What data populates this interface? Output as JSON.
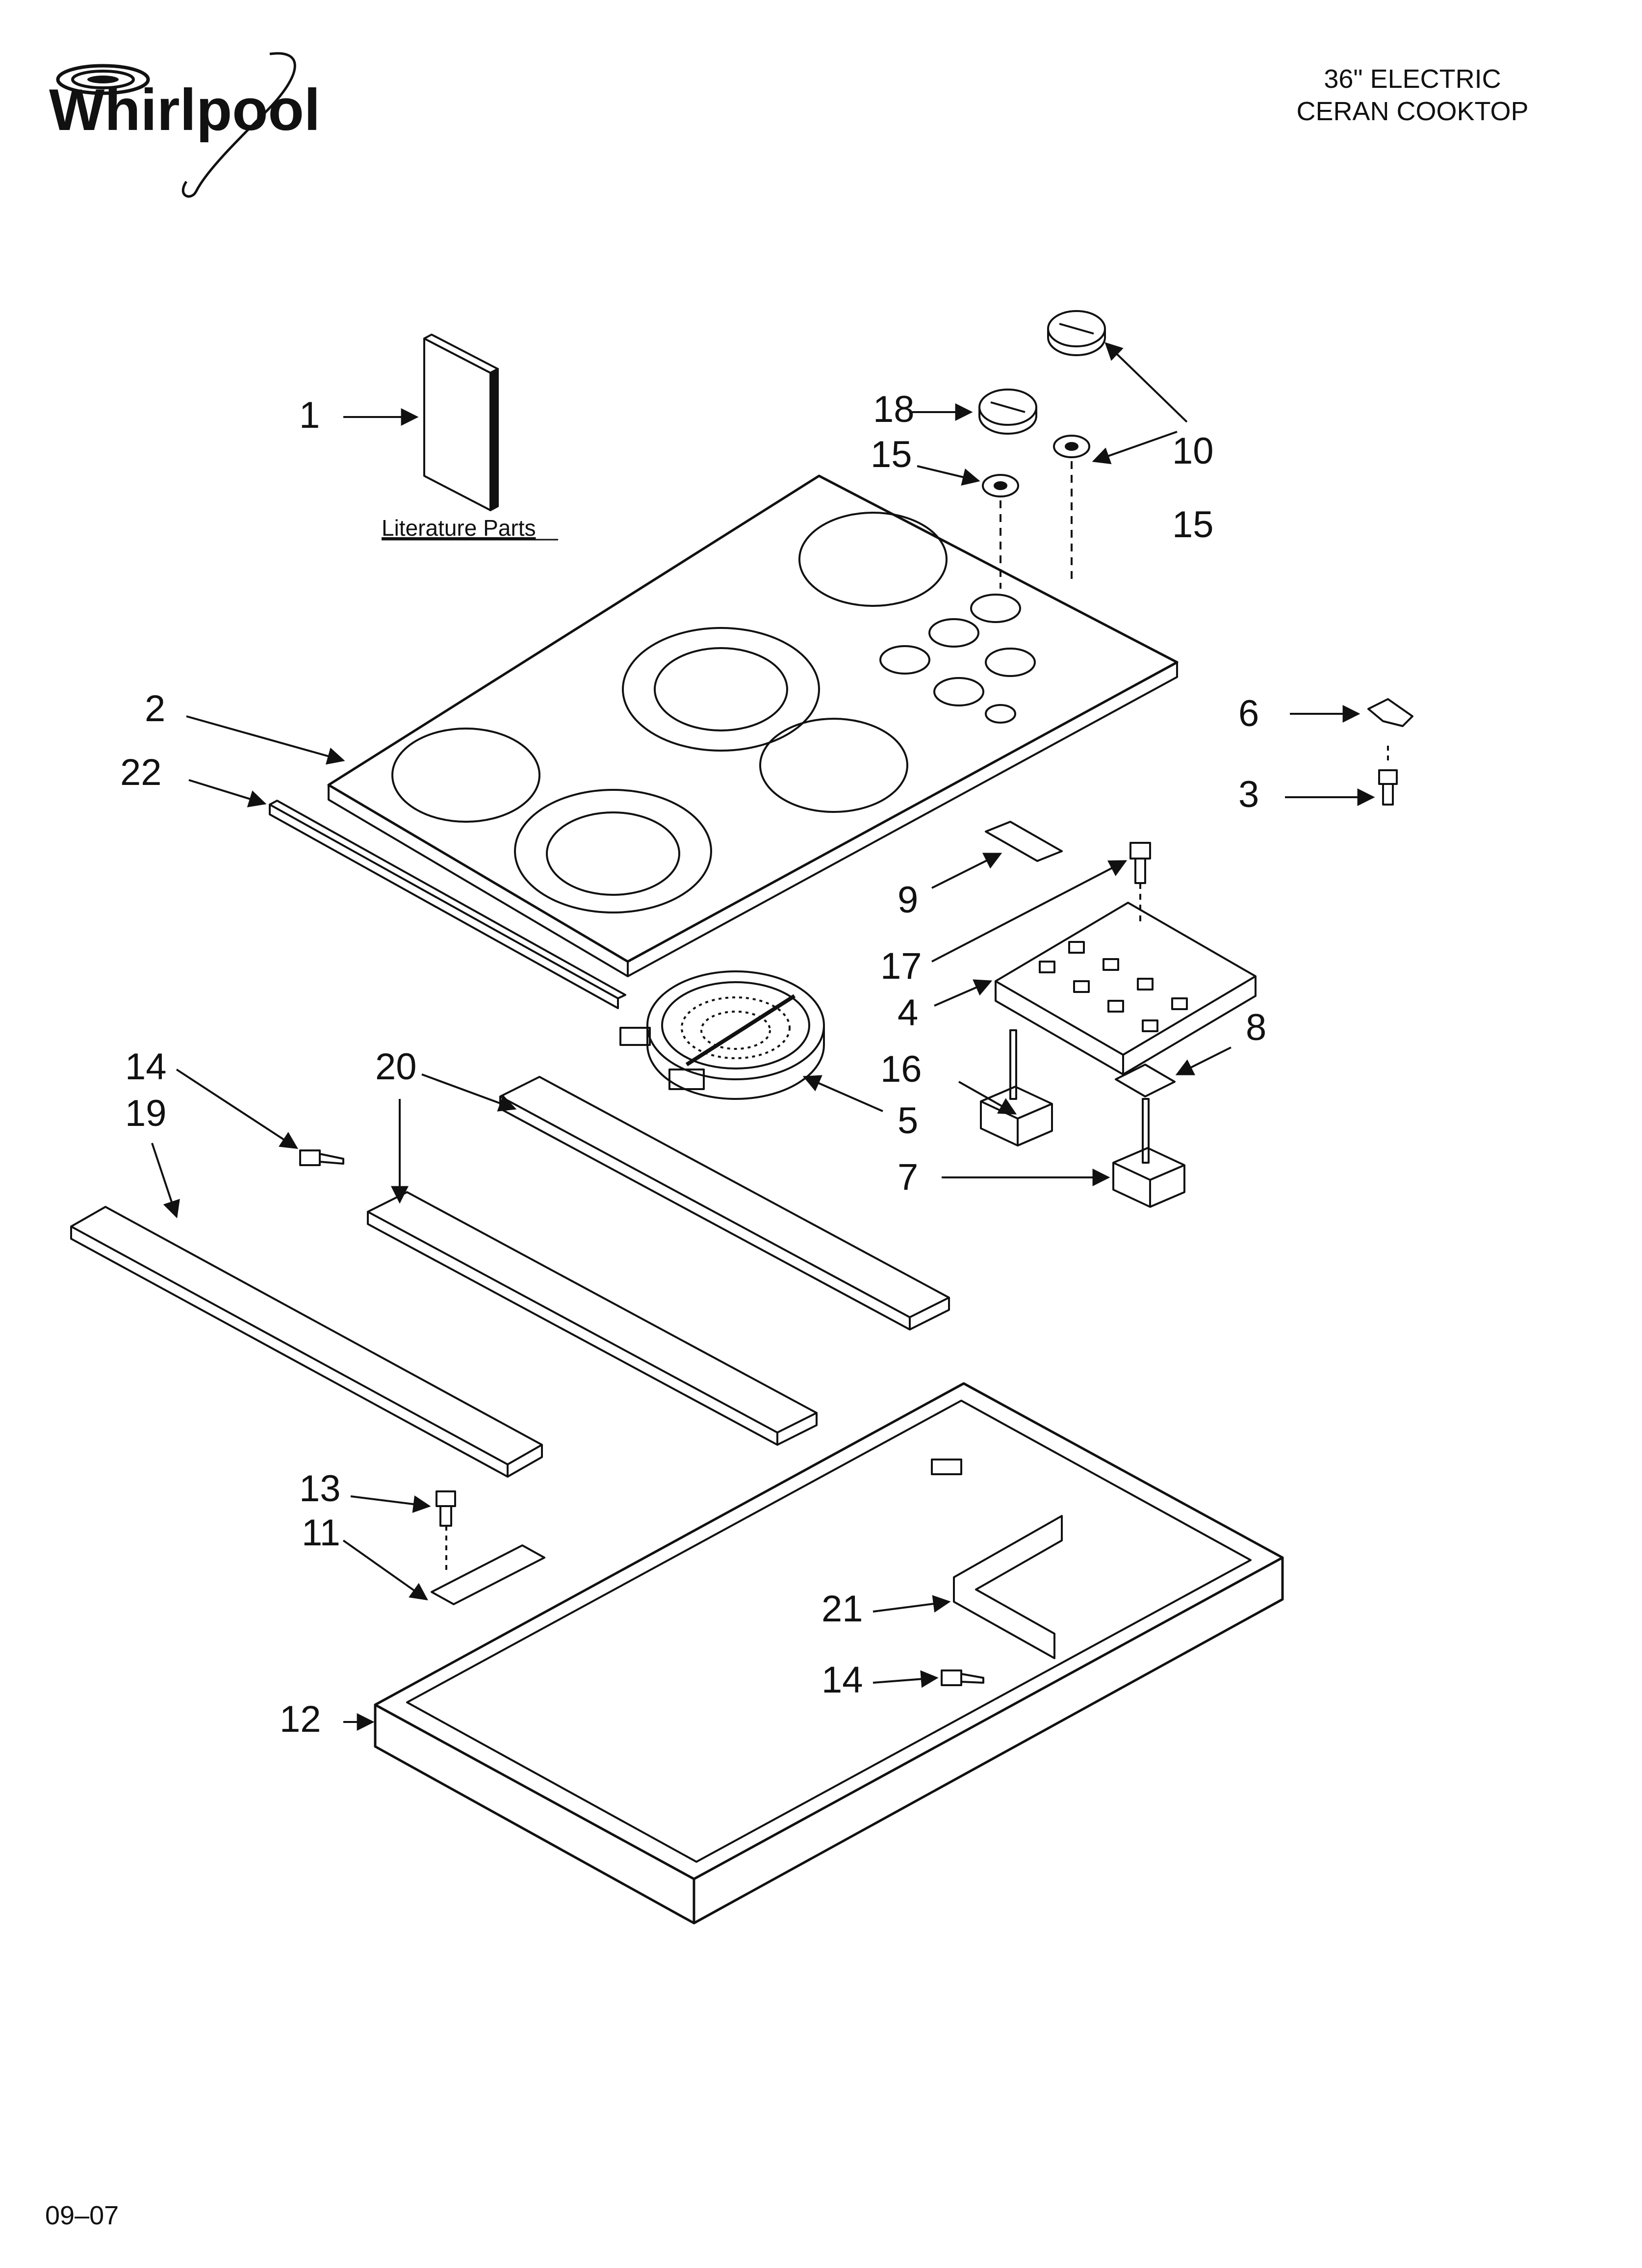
{
  "header": {
    "brand": "Whirlpool",
    "title_line1": "36\" ELECTRIC",
    "title_line2": "CERAN COOKTOP"
  },
  "footer": {
    "date_code": "09–07"
  },
  "literature_label": "Literature Parts",
  "callouts": {
    "c1": "1",
    "c2": "2",
    "c3": "3",
    "c4": "4",
    "c5": "5",
    "c6": "6",
    "c7": "7",
    "c8": "8",
    "c9": "9",
    "c10": "10",
    "c11": "11",
    "c12": "12",
    "c13": "13",
    "c14a": "14",
    "c14b": "14",
    "c15a": "15",
    "c15b": "15",
    "c16": "16",
    "c17": "17",
    "c18": "18",
    "c19": "19",
    "c20": "20",
    "c21": "21",
    "c22": "22"
  }
}
